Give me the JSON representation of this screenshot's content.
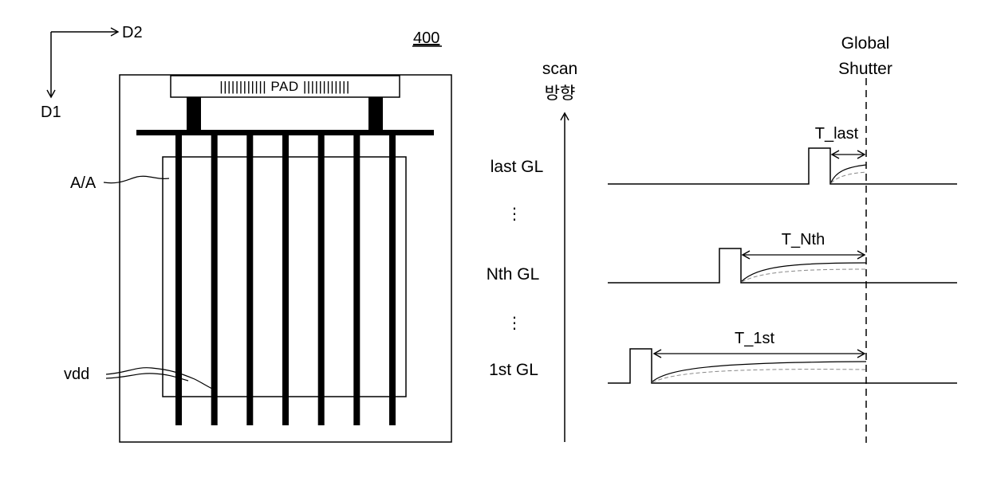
{
  "left_panel": {
    "axis_d2": "D2",
    "axis_d1": "D1",
    "figure_number": "400",
    "pad_label": "|||||||||||| PAD ||||||||||||",
    "active_area_label": "A/A",
    "vdd_label": "vdd",
    "vdd_line_count": 7
  },
  "right_panel": {
    "scan_label_line1": "scan",
    "scan_label_line2": "방향",
    "global_label_line1": "Global",
    "global_label_line2": "Shutter",
    "rows": [
      {
        "gate_label": "last GL",
        "interval_label": "T_last"
      },
      {
        "gate_label": "Nth GL",
        "interval_label": "T_Nth"
      },
      {
        "gate_label": "1st GL",
        "interval_label": "T_1st"
      }
    ],
    "ellipsis": "⋮"
  }
}
